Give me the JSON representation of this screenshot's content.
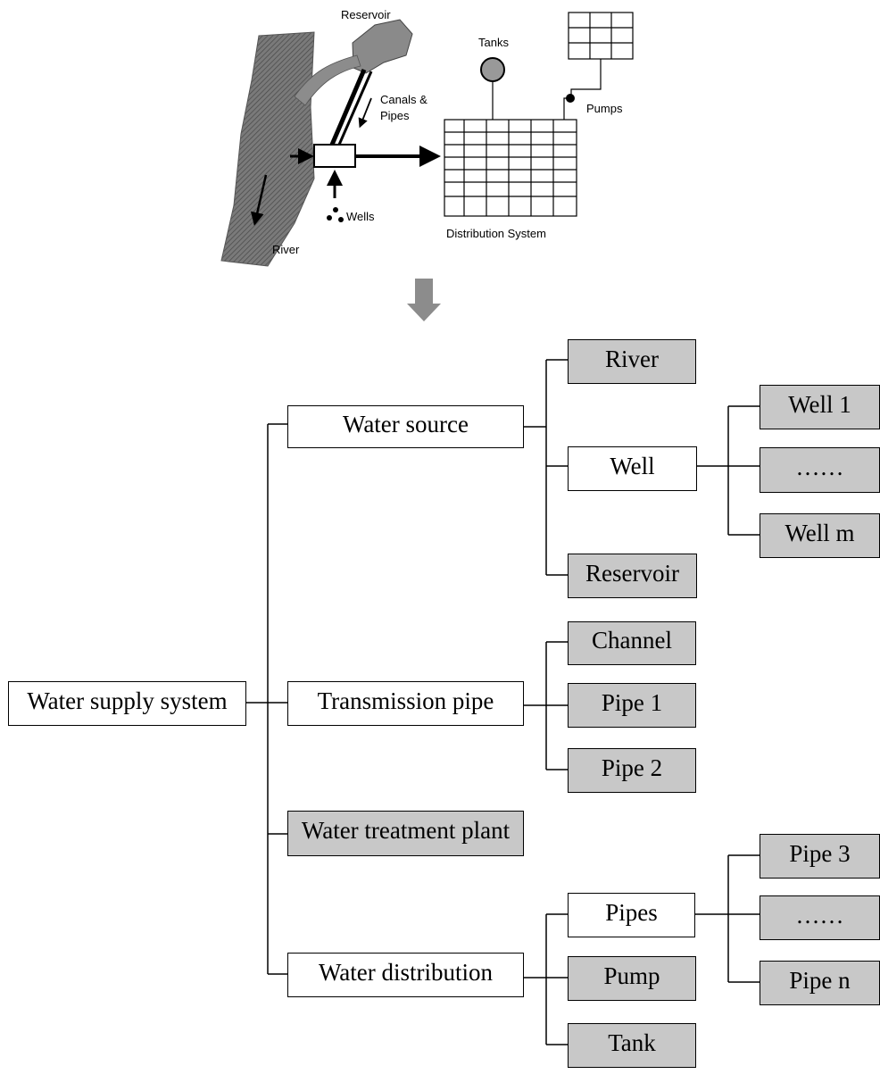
{
  "schematic": {
    "labels": {
      "reservoir": "Reservoir",
      "tanks": "Tanks",
      "canals_pipes_line1": "Canals &",
      "canals_pipes_line2": "Pipes",
      "pumps": "Pumps",
      "wells": "Wells",
      "river": "River",
      "distribution_system": "Distribution System"
    }
  },
  "tree": {
    "root": "Water supply system",
    "level1": {
      "water_source": "Water source",
      "transmission_pipe": "Transmission pipe",
      "water_treatment_plant": "Water treatment plant",
      "water_distribution": "Water distribution"
    },
    "water_source_children": {
      "river": "River",
      "well": "Well",
      "reservoir": "Reservoir"
    },
    "well_children": {
      "well_1": "Well 1",
      "ellipsis": "……",
      "well_m": "Well m"
    },
    "transmission_children": {
      "channel": "Channel",
      "pipe_1": "Pipe 1",
      "pipe_2": "Pipe 2"
    },
    "distribution_children": {
      "pipes": "Pipes",
      "pump": "Pump",
      "tank": "Tank"
    },
    "pipes_children": {
      "pipe_3": "Pipe 3",
      "ellipsis": "……",
      "pipe_n": "Pipe n"
    }
  },
  "colors": {
    "leaf_fill": "#c8c8c8",
    "node_fill": "#ffffff",
    "river_fill": "#6e6e6e",
    "arrow_grey": "#8c8c8c"
  }
}
